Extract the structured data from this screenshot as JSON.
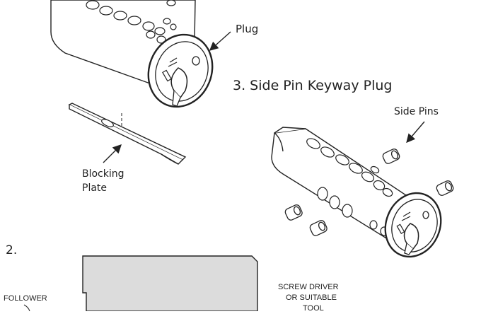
{
  "labels": {
    "plug": "Plug",
    "step3_title": "3. Side Pin Keyway Plug",
    "side_pins": "Side Pins",
    "blocking_line1": "Blocking",
    "blocking_line2": "Plate",
    "step2_number": "2.",
    "follower": "FOLLOWER",
    "screw_line1": "SCREW DRIVER",
    "screw_line2": "OR SUITABLE",
    "screw_line3": "TOOL"
  },
  "colors": {
    "ink": "#222222",
    "panel_fill": "#dcdcdc",
    "background": "#ffffff"
  }
}
